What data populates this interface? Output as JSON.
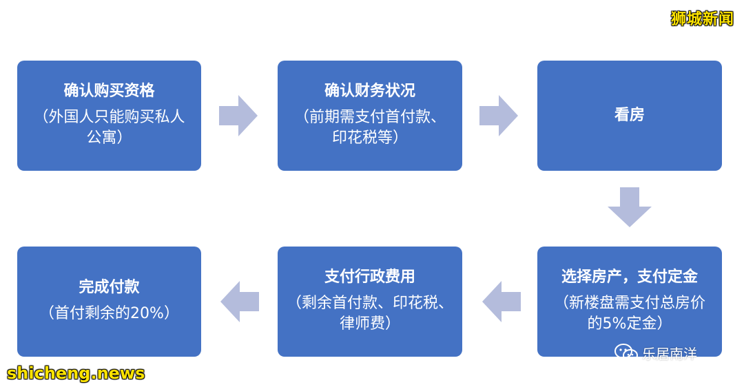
{
  "steps": [
    {
      "title": "确认购买资格",
      "sub": "（外国人只能购买私人公寓）"
    },
    {
      "title": "确认财务状况",
      "sub": "（前期需支付首付款、印花税等）"
    },
    {
      "title": "看房",
      "sub": ""
    },
    {
      "title": "完成付款",
      "sub": "（首付剩余的20%）"
    },
    {
      "title": "支付行政费用",
      "sub": "（剩余首付款、印花税、律师费）"
    },
    {
      "title": "选择房产，支付定金",
      "sub": "（新楼盘需支付总房价的5%定金）"
    }
  ],
  "watermarks": {
    "top_right": "狮城新闻",
    "bottom_left": "shicheng.news",
    "wechat_account": "乐居南洋"
  },
  "colors": {
    "box": "#4472c4",
    "arrow": "#b4bcdc",
    "brand": "#ffe400"
  }
}
